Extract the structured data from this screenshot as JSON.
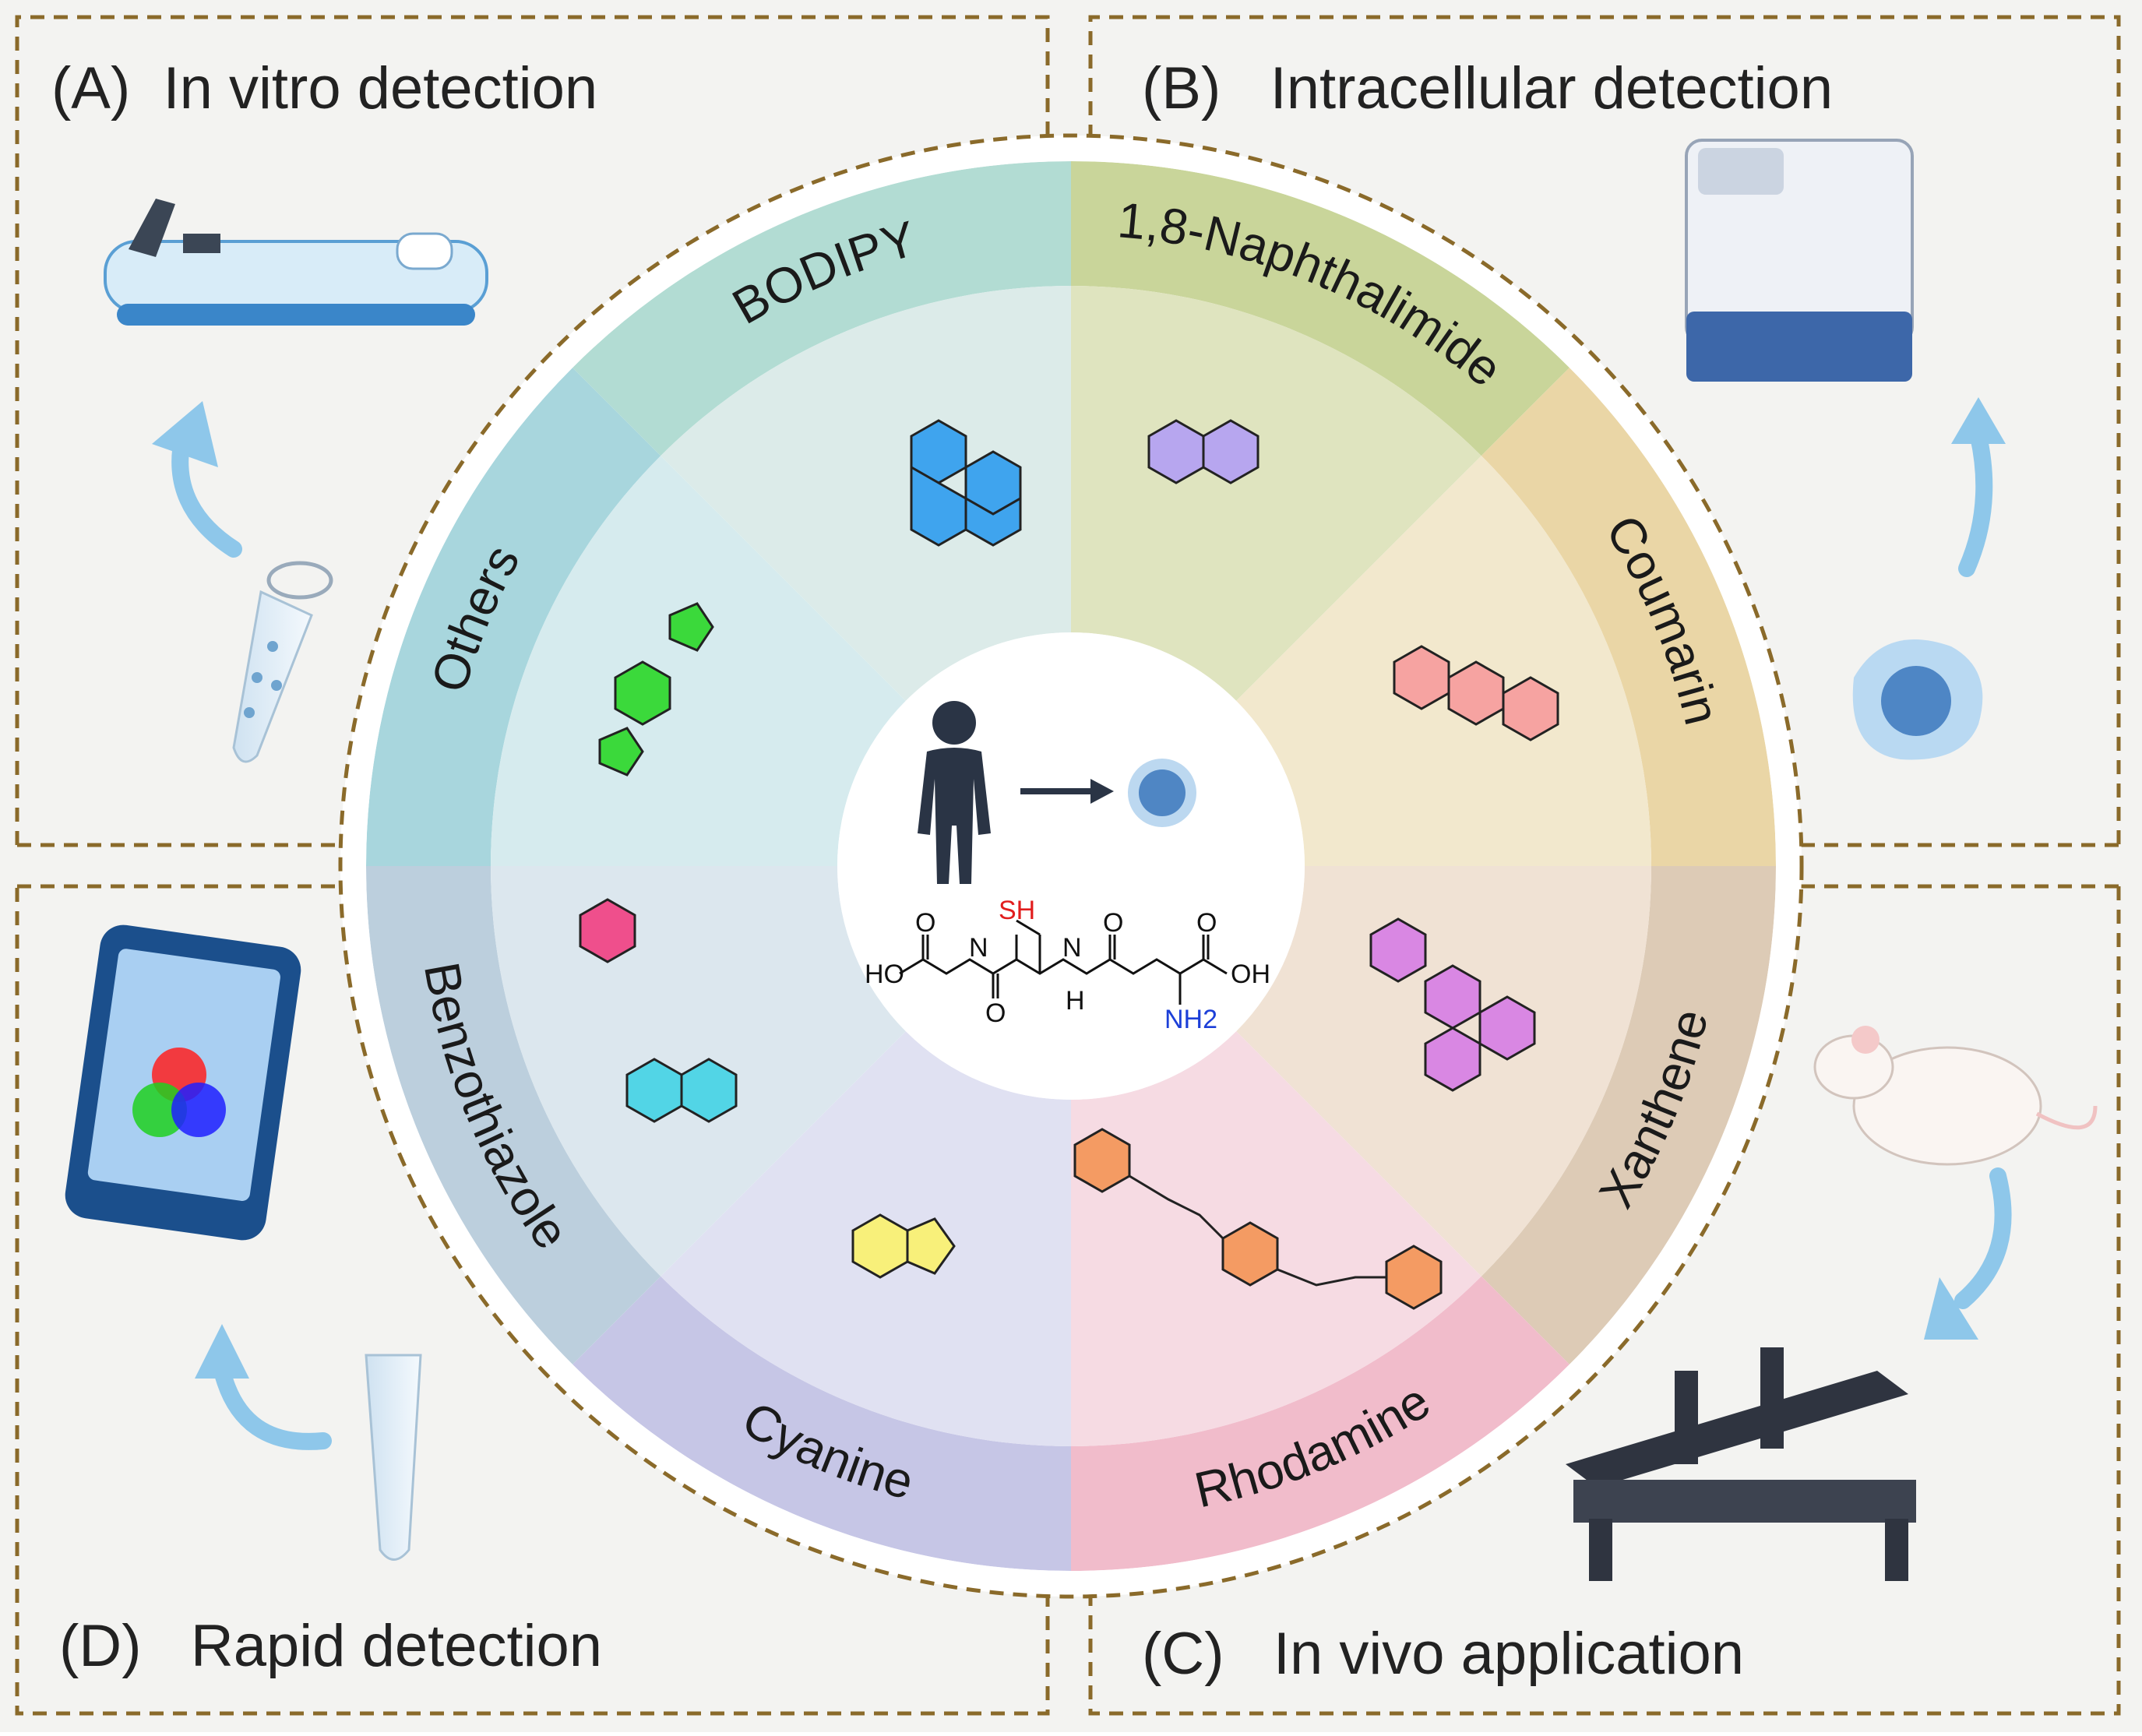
{
  "panels": {
    "a": {
      "letter": "(A)",
      "title": "In vitro detection"
    },
    "b": {
      "letter": "(B)",
      "title": "Intracellular detection"
    },
    "c": {
      "letter": "(C)",
      "title": "In vivo application"
    },
    "d": {
      "letter": "(D)",
      "title": "Rapid detection"
    }
  },
  "fluorophores": [
    {
      "name": "1,8-Naphthalimide",
      "color": "#c9d59a",
      "inner": "#dfe4bf"
    },
    {
      "name": "Coumarin",
      "color": "#ead6a6",
      "inner": "#f2e8cd"
    },
    {
      "name": "Xanthene",
      "color": "#ddcbb6",
      "inner": "#f0e2d4"
    },
    {
      "name": "Rhodamine",
      "color": "#f1bccb",
      "inner": "#f6dbe3"
    },
    {
      "name": "Cyanine",
      "color": "#c6c6e6",
      "inner": "#e0e1f2"
    },
    {
      "name": "Benzothiazole",
      "color": "#bccfdd",
      "inner": "#dce7ee"
    },
    {
      "name": "Others",
      "color": "#a8d6dd",
      "inner": "#d6ebee"
    },
    {
      "name": "BODIPY",
      "color": "#b2dcd3",
      "inner": "#dcebe9"
    }
  ],
  "center_molecule": {
    "thiol_label": "SH",
    "amine_label": "NH2",
    "left_acid": "HO",
    "right_acid": "OH",
    "amide_nh": "H",
    "amide_n": "N",
    "carbonyl_o": "O"
  },
  "colors": {
    "dashed_border": "#8a6a2a",
    "arrow_blue": "#8ec7ea",
    "panel_bg": "#f3f3f1"
  }
}
